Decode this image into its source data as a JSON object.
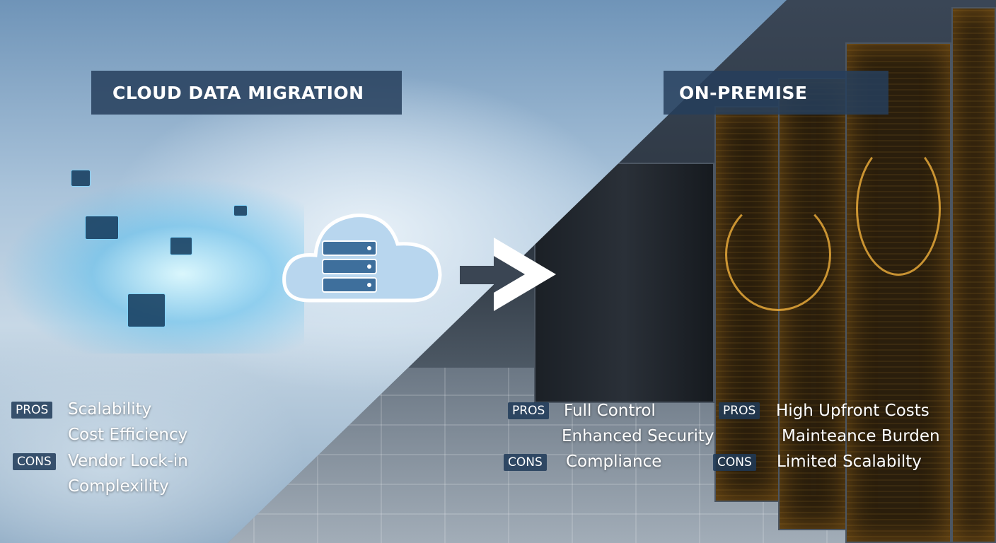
{
  "left": {
    "title": "CLOUD DATA MIGRATION",
    "pros_tag": "PROS",
    "pros": [
      "Scalability",
      "Cost Efficiency"
    ],
    "cons_tag": "CONS",
    "cons": [
      "Vendor Lock-in",
      "Complexility"
    ]
  },
  "right": {
    "title": "ON-PREMISE",
    "col1": {
      "pros_tag": "PROS",
      "pros": [
        "Full Control",
        "Enhanced Security"
      ],
      "cons_tag": "CONS",
      "cons": [
        "Compliance"
      ]
    },
    "col2": {
      "pros_tag": "PROS",
      "pros": [
        "High Upfront Costs",
        "Mainteance Burden"
      ],
      "cons_tag": "CONS",
      "cons": [
        "Limited Scalabilty"
      ]
    }
  },
  "icons": [
    "cloud-server-icon",
    "arrow-right-icon"
  ],
  "colors": {
    "label_bg": "#263e5c",
    "accent_cable": "#f0b03c",
    "data_glow": "#7fd6ff"
  }
}
